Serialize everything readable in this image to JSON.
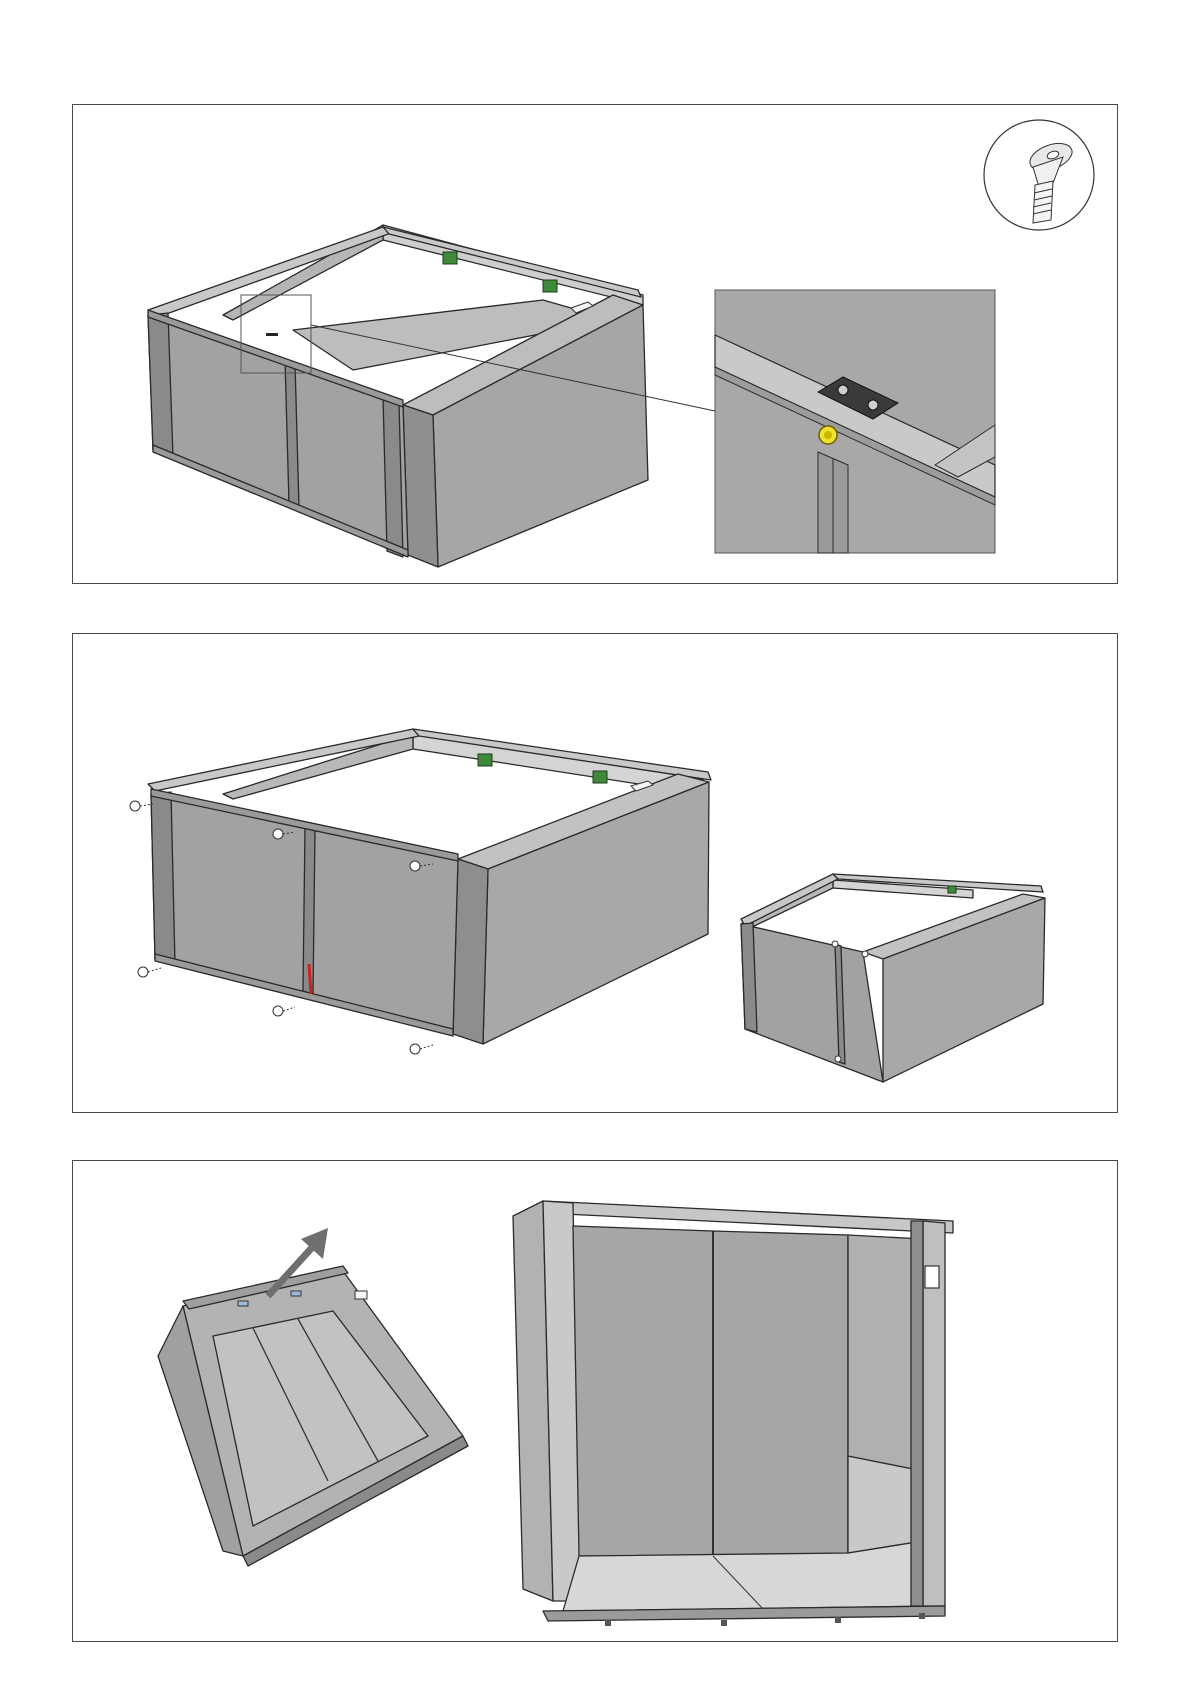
{
  "page": {
    "type": "assembly-instructions",
    "text": []
  },
  "steps": [
    {
      "id": "step-1",
      "items": [
        "cabinet-base-frame",
        "detail-zoom-connector-plate",
        "countersunk-screw-icon"
      ]
    },
    {
      "id": "step-2",
      "items": [
        "cabinet-base-frame-with-screws",
        "cabinet-base-frame-assembled"
      ]
    },
    {
      "id": "step-3",
      "items": [
        "tilted-frame-with-lift-arrow",
        "upright-booth-cabinet"
      ]
    }
  ],
  "colors": {
    "panel_fill": "#a9a9a9",
    "panel_dark": "#8f8f8f",
    "panel_light": "#c4c4c4",
    "frame_edge": "#2a2a2a",
    "highlight_yellow": "#f0e030",
    "marker_green": "#3f8a3a",
    "marker_red": "#d02020",
    "arrow_gray": "#6f6f6f"
  }
}
